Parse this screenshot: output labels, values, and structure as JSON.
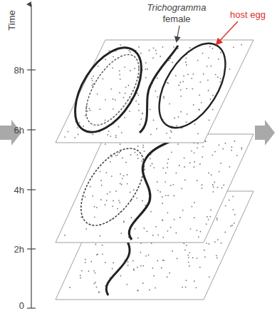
{
  "diagram": {
    "labels": [
      "Time",
      "8h",
      "6h",
      "4h",
      "2h",
      "0",
      "Trichogramma",
      "female",
      "host egg"
    ]
  }
}
